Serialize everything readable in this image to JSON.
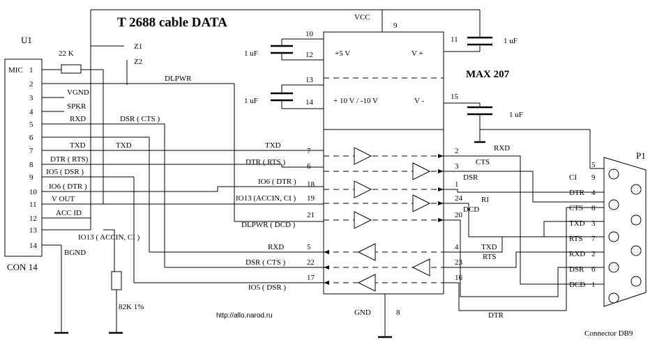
{
  "title": "T 2688  cable DATA",
  "chip_name": "MAX 207",
  "url": "http://allo.narod.ru",
  "u1": {
    "ref": "U1",
    "name": "CON 14",
    "pins": [
      {
        "num": "1",
        "label": "MIC"
      },
      {
        "num": "2",
        "label": ""
      },
      {
        "num": "3",
        "label": "VGND"
      },
      {
        "num": "4",
        "label": "SPKR"
      },
      {
        "num": "5",
        "label": "RXD"
      },
      {
        "num": "6",
        "label": ""
      },
      {
        "num": "7",
        "label": "TXD"
      },
      {
        "num": "8",
        "label": "DTR ( RTS)"
      },
      {
        "num": "9",
        "label": "IO5  ( DSR )"
      },
      {
        "num": "10",
        "label": "IO6  ( DTR )"
      },
      {
        "num": "11",
        "label": "V OUT"
      },
      {
        "num": "12",
        "label": "ACC ID"
      },
      {
        "num": "13",
        "label": ""
      },
      {
        "num": "14",
        "label": "BGND"
      }
    ]
  },
  "components": {
    "r1": "22 K",
    "r2": "82K  1%",
    "z1": "Z1",
    "z2": "Z2",
    "vcc": "VCC",
    "gnd": "GND",
    "cap": "1 uF"
  },
  "max207": {
    "rail_pos": "+5 V",
    "rail_vplus": "V +",
    "rail_hv": "+ 10  V / -10 V",
    "rail_vminus": "V -",
    "top_pins": [
      "10",
      "12",
      "13",
      "14"
    ],
    "right_top_pins": [
      "11",
      "15"
    ],
    "vcc_pin": "9",
    "gnd_pin": "8",
    "left_pins": [
      "7",
      "6",
      "18",
      "19",
      "21",
      "5",
      "22",
      "17"
    ],
    "right_pins": [
      "2",
      "3",
      "1",
      "24",
      "20",
      "4",
      "23",
      "16"
    ]
  },
  "signals": {
    "left": [
      "TXD",
      "DTR ( RTS )",
      "IO6 ( DTR )",
      "IO13 (ACCIN, CI )",
      "DLPWR ( DCD )",
      "RXD",
      "DSR ( CTS )",
      "IO5 ( DSR )"
    ],
    "right": [
      "RXD",
      "CTS",
      "DSR",
      "RI",
      "DCD",
      "TXD",
      "RTS",
      "DTR"
    ],
    "misc": [
      "DLPWR",
      "DSR ( CTS )",
      "TXD",
      "IO13  ( ACCIN, CI )"
    ]
  },
  "db9": {
    "ref": "P1",
    "name": "Connector  DB9",
    "pins": [
      {
        "label": "CI",
        "num": "9"
      },
      {
        "label": "DTR",
        "num": "4"
      },
      {
        "label": "CTS",
        "num": "8"
      },
      {
        "label": "TXD",
        "num": "3"
      },
      {
        "label": "RTS",
        "num": "7"
      },
      {
        "label": "RXD",
        "num": "2"
      },
      {
        "label": "DSR",
        "num": "6"
      },
      {
        "label": "DCD",
        "num": "1"
      }
    ],
    "top_pin": "5"
  }
}
